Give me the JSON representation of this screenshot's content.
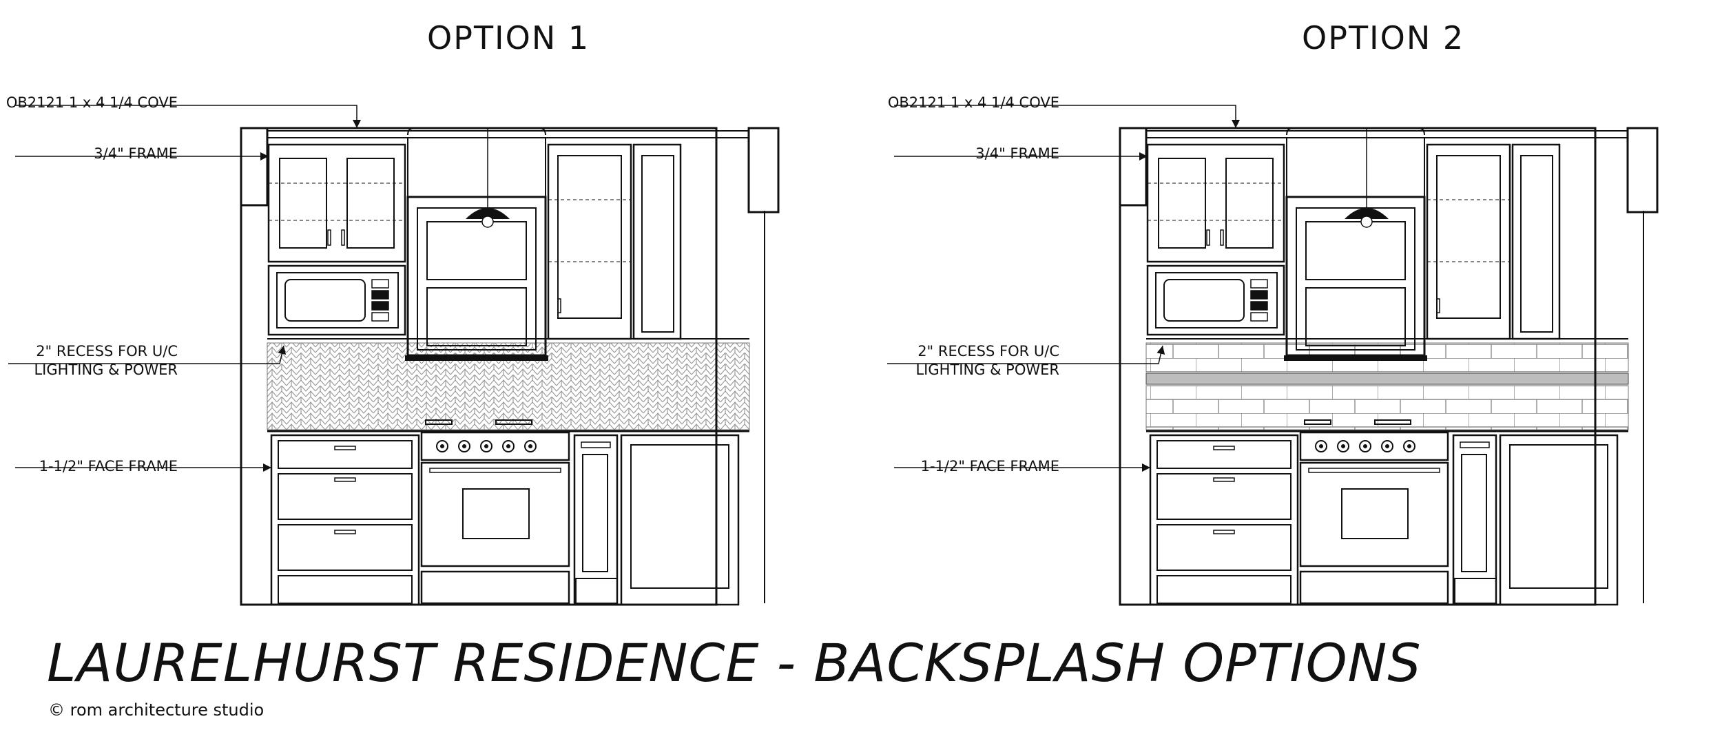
{
  "options": [
    {
      "title": "OPTION 1",
      "backsplash": "herringbone",
      "labels": {
        "cove": "OB2121 1 x 4 1/4 COVE",
        "frame": "3/4\" FRAME",
        "recess_1": "2\" RECESS FOR U/C",
        "recess_2": "LIGHTING & POWER",
        "face_frame": "1-1/2\" FACE FRAME"
      }
    },
    {
      "title": "OPTION 2",
      "backsplash": "subway",
      "labels": {
        "cove": "OB2121 1 x 4 1/4 COVE",
        "frame": "3/4\" FRAME",
        "recess_1": "2\" RECESS FOR U/C",
        "recess_2": "LIGHTING & POWER",
        "face_frame": "1-1/2\" FACE FRAME"
      }
    }
  ],
  "footer": {
    "title": "LAURELHURST RESIDENCE - BACKSPLASH OPTIONS",
    "copyright": "© rom architecture studio"
  }
}
